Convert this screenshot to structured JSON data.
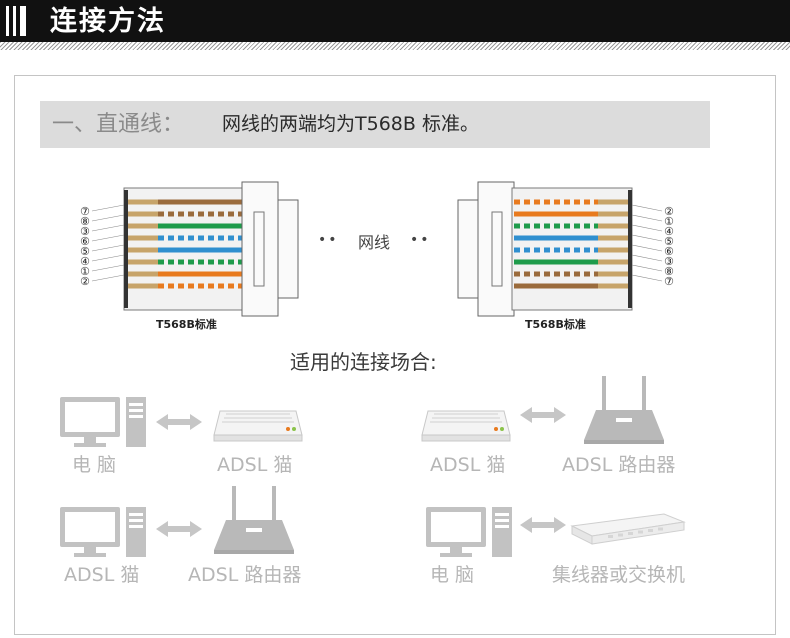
{
  "header": {
    "title": "连接方法"
  },
  "section": {
    "label": "一、直通线：",
    "description": "网线的两端均为T568B 标准。"
  },
  "diagram": {
    "left_pins": [
      "⑦",
      "⑧",
      "③",
      "⑥",
      "⑤",
      "④",
      "①",
      "②"
    ],
    "right_pins": [
      "②",
      "①",
      "④",
      "⑤",
      "⑥",
      "③",
      "⑧",
      "⑦"
    ],
    "left_standard": "T568B标准",
    "right_standard": "T568B标准",
    "cable_label": "网线",
    "dots": "••"
  },
  "subtitle": "适用的连接场合:",
  "scenarios": [
    {
      "left": "电   脑",
      "right": "ADSL 猫"
    },
    {
      "left": "ADSL 猫",
      "right": "ADSL 路由器"
    },
    {
      "left": "ADSL 猫",
      "right": "ADSL 路由器"
    },
    {
      "left": "电   脑",
      "right": "集线器或交换机"
    }
  ],
  "colors": {
    "header_bg": "#111111",
    "section_bg": "#dcdcdc",
    "wire_orange": "#e87a1e",
    "wire_green": "#1e9b4b",
    "wire_blue": "#2f8fcf",
    "wire_brown": "#9a6b3c",
    "device_gray": "#b9b9b9"
  }
}
